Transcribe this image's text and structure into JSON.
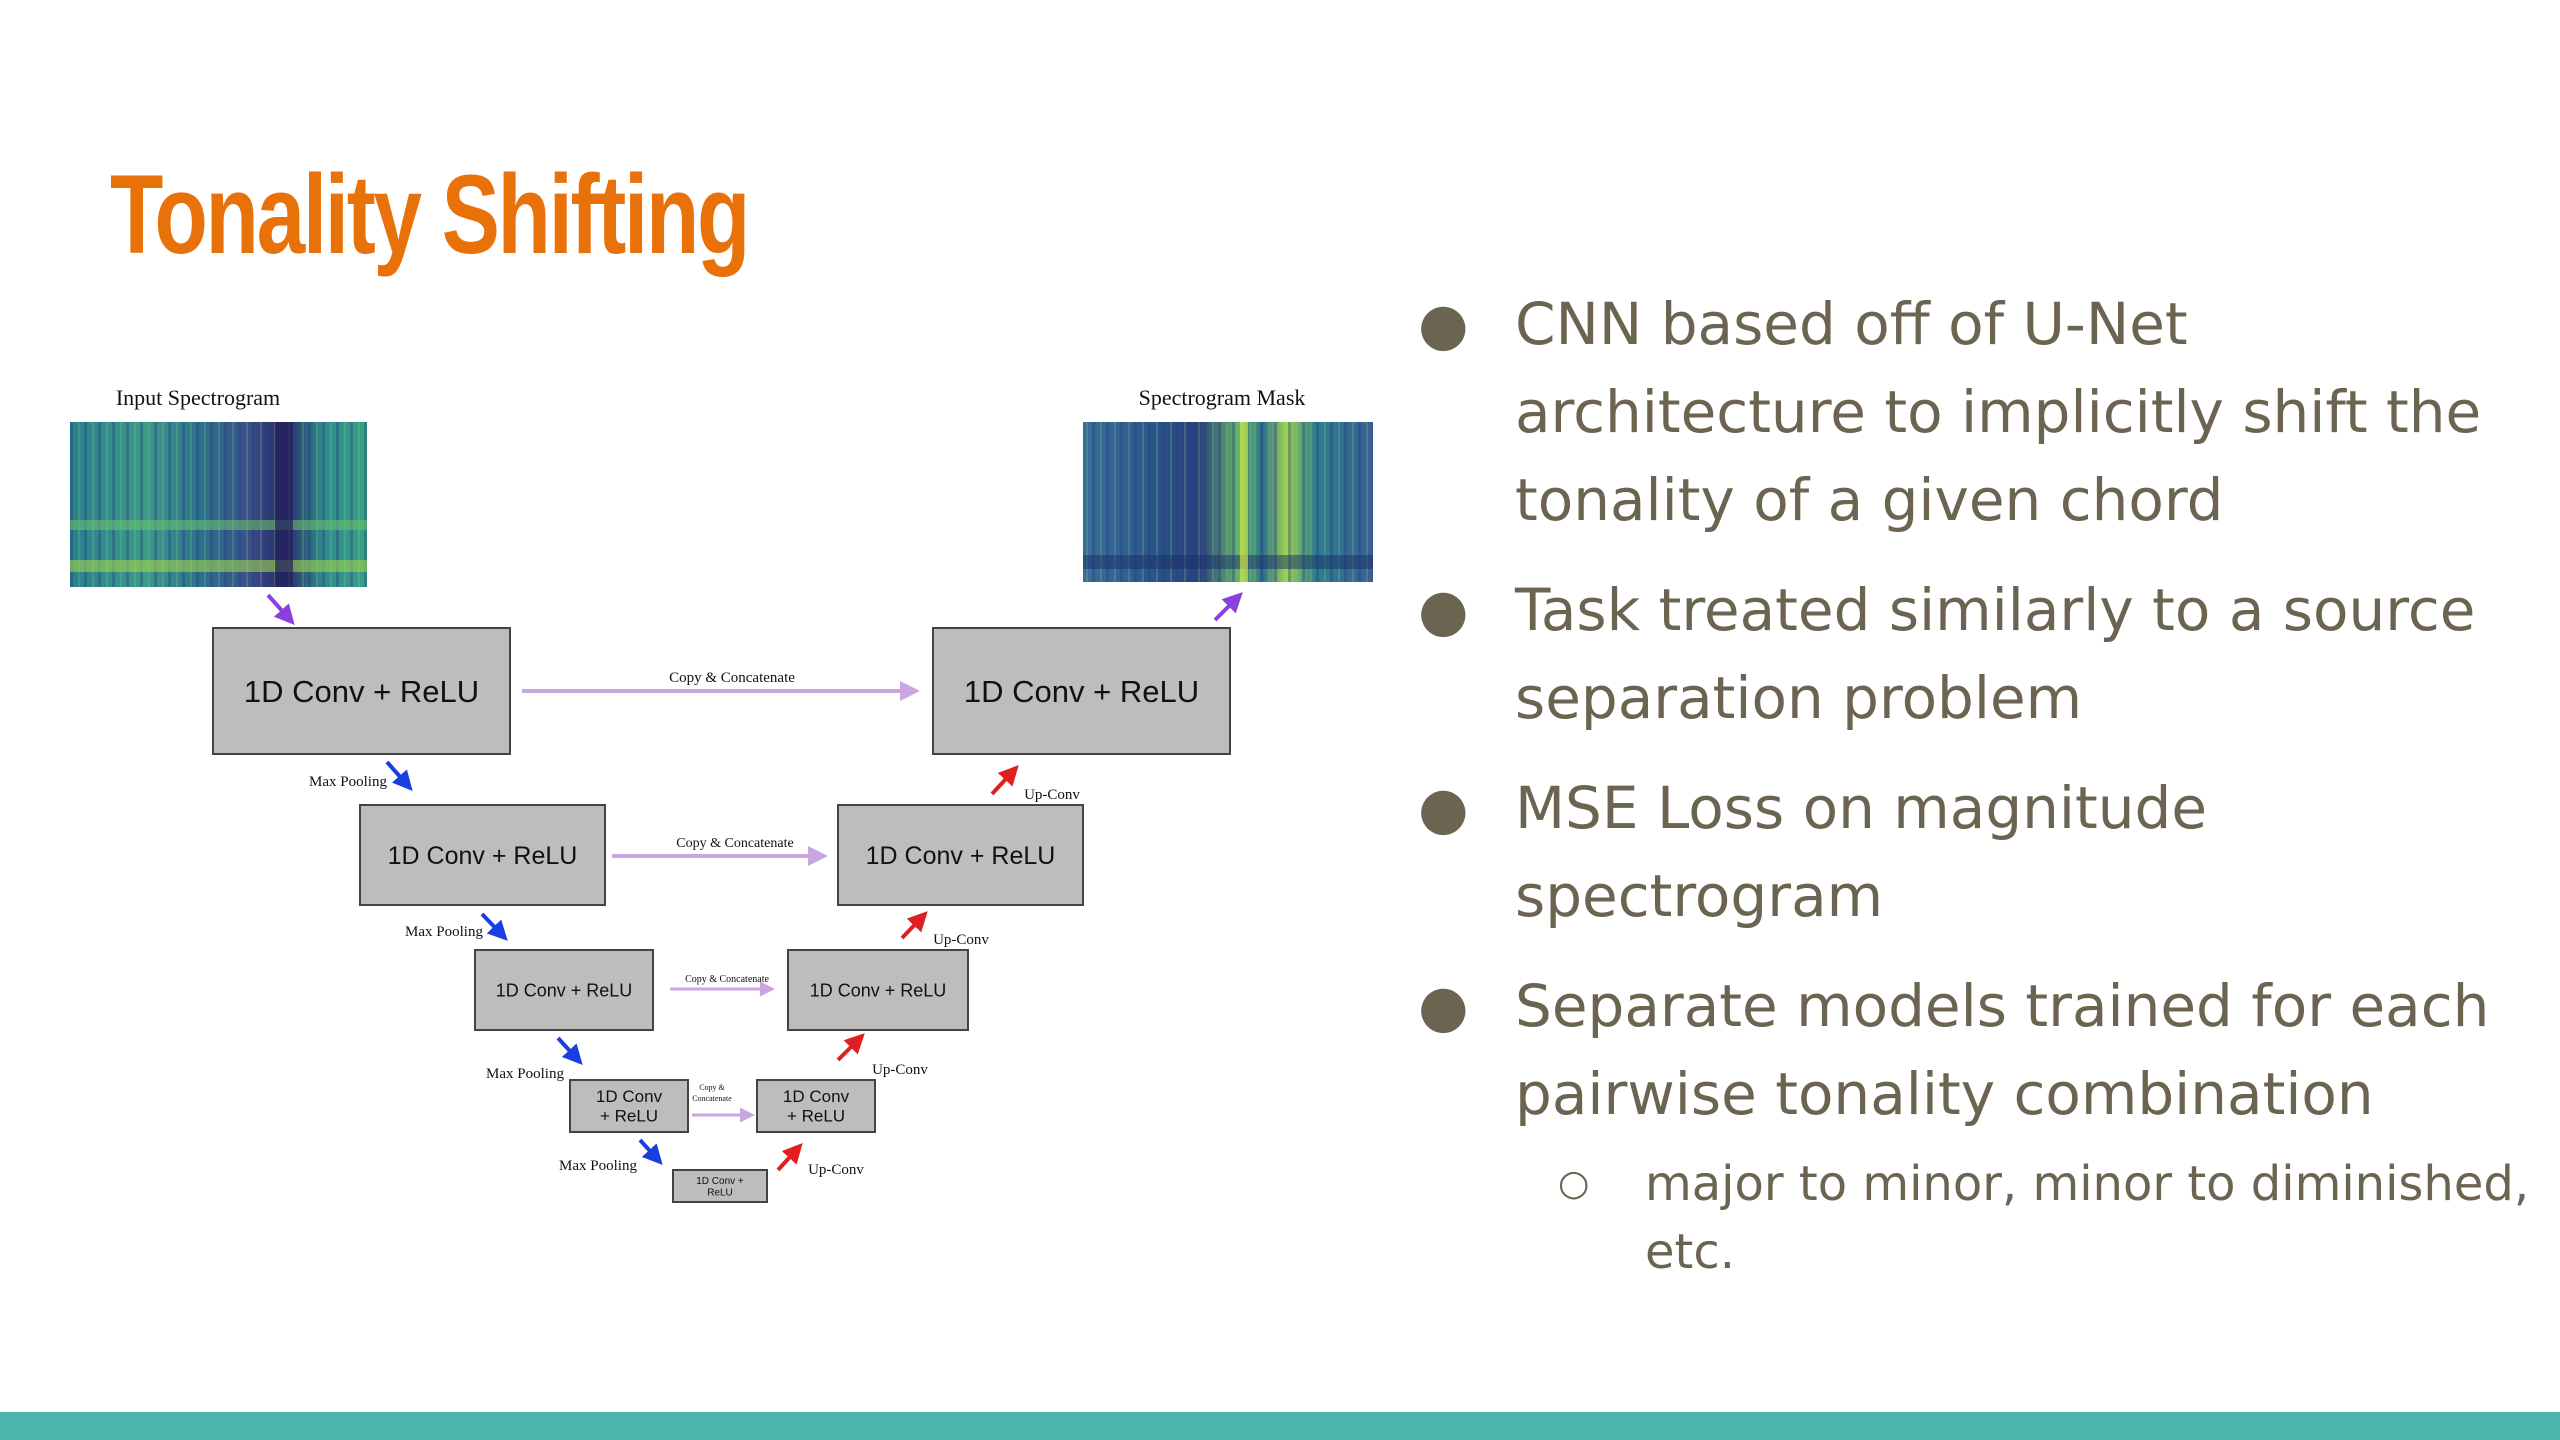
{
  "slide": {
    "title": "Tonality Shifting",
    "colors": {
      "title": "#e8710a",
      "bullet_text": "#6b6450",
      "footer_bar": "#4db6ac"
    }
  },
  "diagram": {
    "input_label": "Input Spectrogram",
    "output_label": "Spectrogram Mask",
    "blocks": [
      {
        "lines": [
          "1D Conv + ReLU"
        ]
      },
      {
        "lines": [
          "1D Conv + ReLU"
        ]
      },
      {
        "lines": [
          "1D Conv + ReLU"
        ]
      },
      {
        "lines": [
          "1D Conv",
          "+ ReLU"
        ]
      },
      {
        "lines": [
          "1D Conv +",
          "ReLU"
        ]
      },
      {
        "lines": [
          "1D Conv",
          "+ ReLU"
        ]
      },
      {
        "lines": [
          "1D Conv + ReLU"
        ]
      },
      {
        "lines": [
          "1D Conv + ReLU"
        ]
      },
      {
        "lines": [
          "1D Conv + ReLU"
        ]
      }
    ],
    "max_pooling_label": "Max Pooling",
    "up_conv_label": "Up-Conv",
    "copy_concat_label": "Copy & Concatenate",
    "copy_concat_small_label": [
      "Copy &",
      "Concatenate"
    ],
    "colors": {
      "down_arrow": "#1a3fe0",
      "up_arrow": "#e02020",
      "io_arrow": "#8a3fe0",
      "skip_arrow": "#c9a6e0",
      "block_fill": "#bdbdbd",
      "block_stroke": "#444444"
    }
  },
  "bullets": [
    {
      "text": "CNN based off of U-Net architecture to implicitly shift the tonality of a given chord",
      "sub": []
    },
    {
      "text": "Task treated similarly to a source separation problem",
      "sub": []
    },
    {
      "text": "MSE Loss on magnitude spectrogram",
      "sub": []
    },
    {
      "text": "Separate models trained for each pairwise tonality combination",
      "sub": [
        "major to minor, minor to diminished, etc."
      ]
    }
  ],
  "bullet_glyph": "●",
  "sub_bullet_glyph": "○"
}
